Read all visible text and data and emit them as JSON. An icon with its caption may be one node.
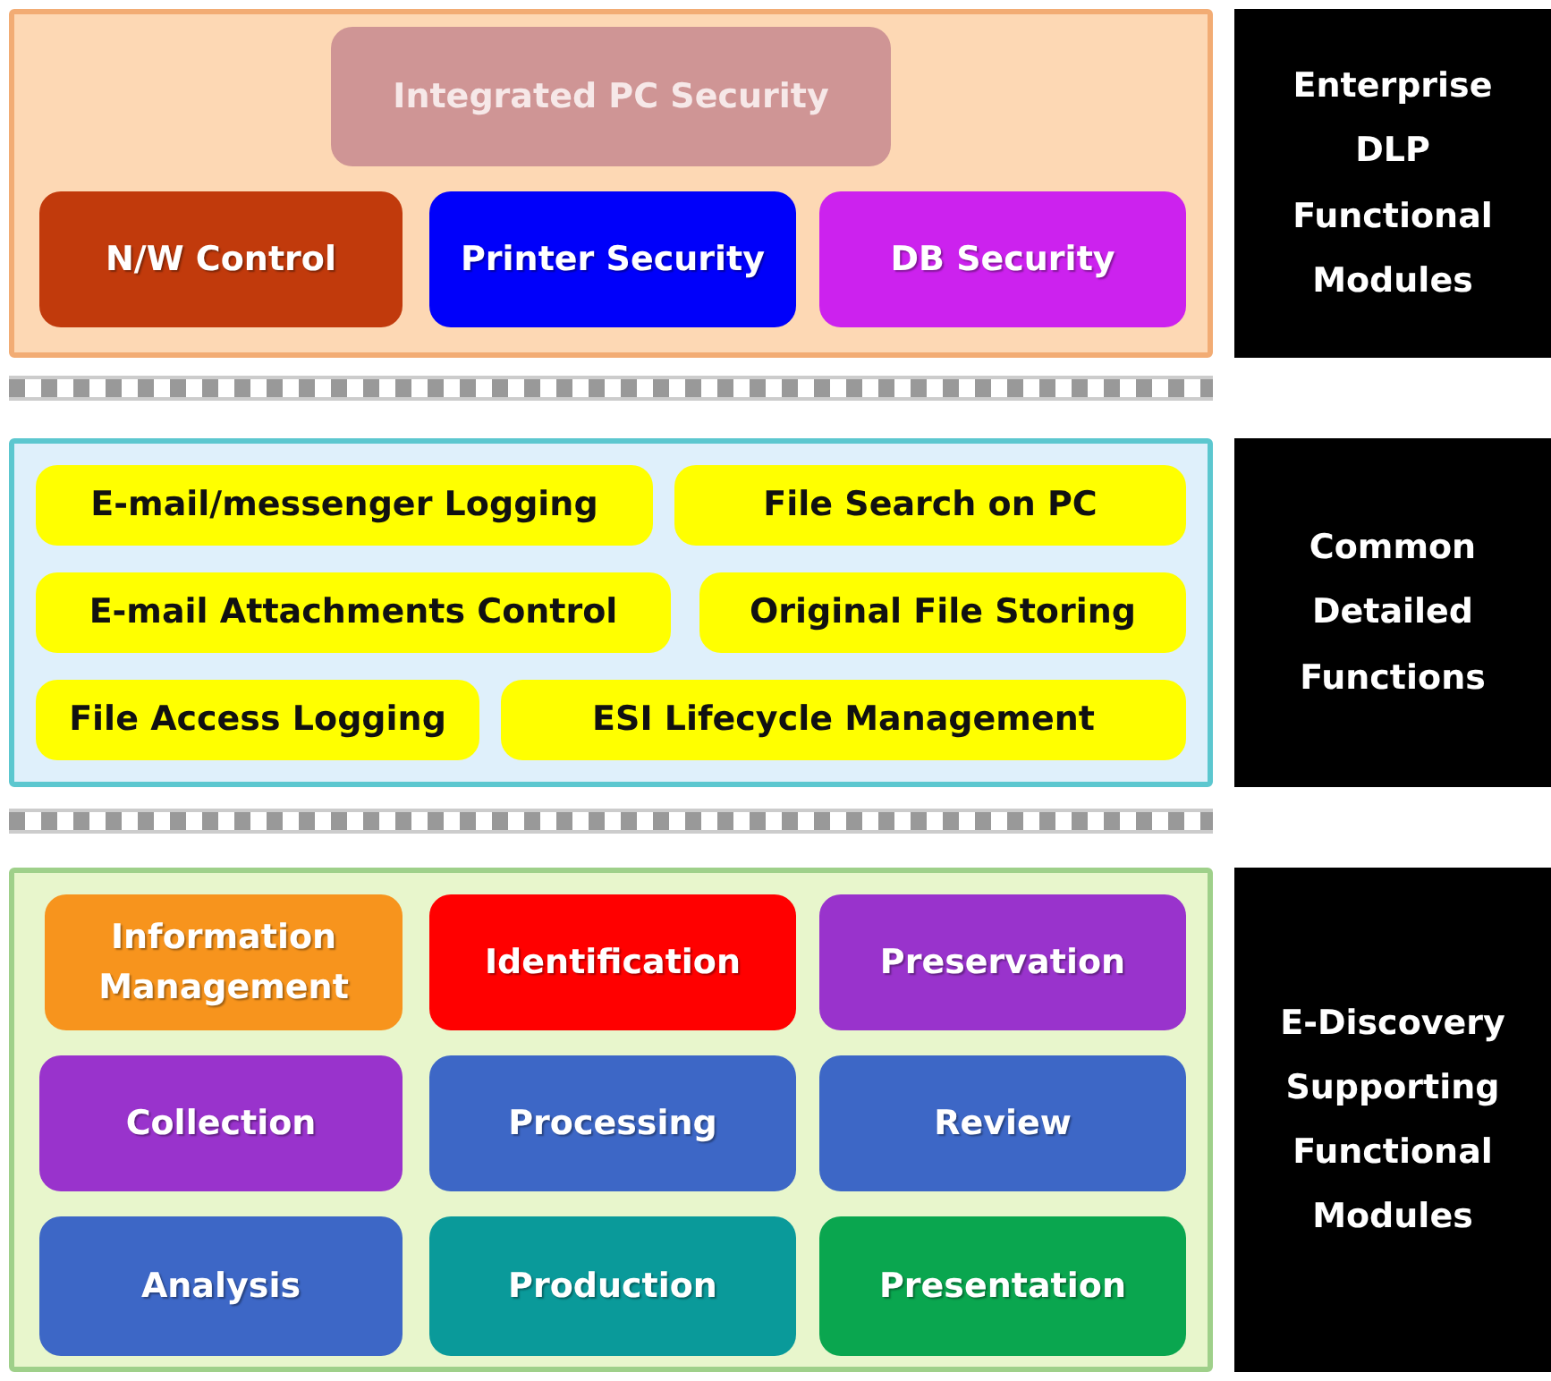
{
  "diagram": {
    "nodes": [
      {
        "text": [],
        "shape": "box"
      },
      {
        "text": [
          "Integrated PC Security"
        ],
        "in": 0
      },
      {
        "text": [
          "N/W Control"
        ],
        "in": 0
      },
      {
        "text": [
          "Printer Security"
        ],
        "in": 0
      },
      {
        "text": [
          "DB Security"
        ],
        "in": 0
      },
      {
        "text": [
          "Enterprise DLP Functional Modules"
        ]
      },
      {
        "text": [],
        "shape": "bar"
      },
      {
        "text": [],
        "shape": "box"
      },
      {
        "text": [
          "E-mail/messenger Logging"
        ],
        "in": 7
      },
      {
        "text": [
          "File Search on PC"
        ],
        "in": 7
      },
      {
        "text": [
          "E-mail Attachments Control"
        ],
        "in": 7
      },
      {
        "text": [
          "Original File Storing"
        ],
        "in": 7
      },
      {
        "text": [
          "File Access Logging"
        ],
        "in": 7
      },
      {
        "text": [
          "ESI Lifecycle Management"
        ],
        "in": 7
      },
      {
        "text": [
          "Common Detailed Functions"
        ]
      },
      {
        "text": [],
        "shape": "bar"
      },
      {
        "text": [],
        "shape": "box"
      },
      {
        "text": [
          "Information Management"
        ],
        "in": 16
      },
      {
        "text": [
          "Identification"
        ],
        "in": 16
      },
      {
        "text": [
          "Preservation"
        ],
        "in": 16
      },
      {
        "text": [
          "Collection"
        ],
        "in": 16
      },
      {
        "text": [
          "Processing"
        ],
        "in": 16
      },
      {
        "text": [
          "Review"
        ],
        "in": 16
      },
      {
        "text": [
          "Analysis"
        ],
        "in": 16
      },
      {
        "text": [
          "Production"
        ],
        "in": 16
      },
      {
        "text": [
          "Presentation"
        ],
        "in": 16
      },
      {
        "text": [
          "E-Discovery Supporting Functional Modules"
        ]
      }
    ]
  }
}
